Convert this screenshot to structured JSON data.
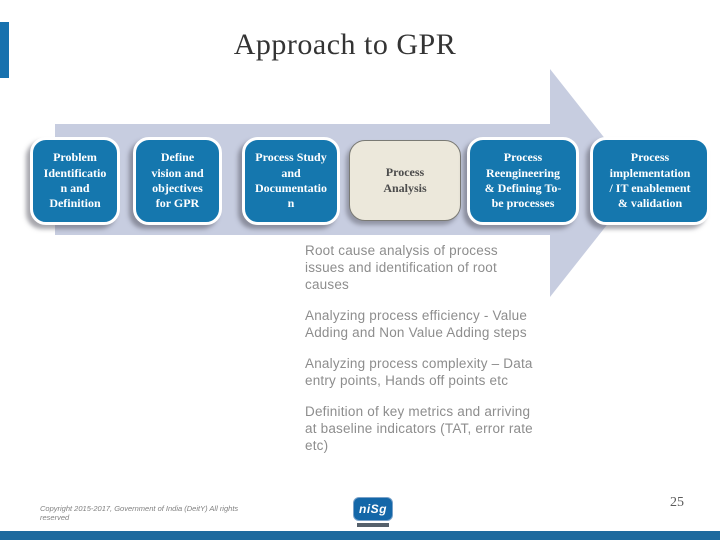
{
  "title": "Approach to GPR",
  "steps": [
    {
      "label": "Problem\nIdentificatio\nn and\nDefinition",
      "style": "blue"
    },
    {
      "label": "Define\nvision and\nobjectives\nfor GPR",
      "style": "blue"
    },
    {
      "label": "Process Study\nand\nDocumentatio\nn",
      "style": "blue"
    },
    {
      "label": "Process\nAnalysis",
      "style": "light"
    },
    {
      "label": "Process\nReengineering\n& Defining To-\nbe processes",
      "style": "blue"
    },
    {
      "label": "Process\nimplementation\n/ IT enablement\n& validation",
      "style": "blue"
    }
  ],
  "notes": [
    "Root cause analysis of process\nissues and identification of root\ncauses",
    "Analyzing process efficiency - Value\nAdding and Non Value Adding steps",
    "Analyzing process complexity – Data\nentry points, Hands off points etc",
    "Definition of key metrics and arriving\nat baseline indicators (TAT, error rate\netc)"
  ],
  "footer": {
    "copyright": "Copyright 2015-2017, Government of India (DeitY) All rights reserved",
    "logo_text": "niSg",
    "page_number": "25"
  },
  "colors": {
    "step_blue": "#1577ae",
    "step_light_bg": "#ece8db",
    "arrow": "#c7cde0",
    "accent_bar": "#1771ae",
    "bottom_bar": "#1e6a9e"
  }
}
